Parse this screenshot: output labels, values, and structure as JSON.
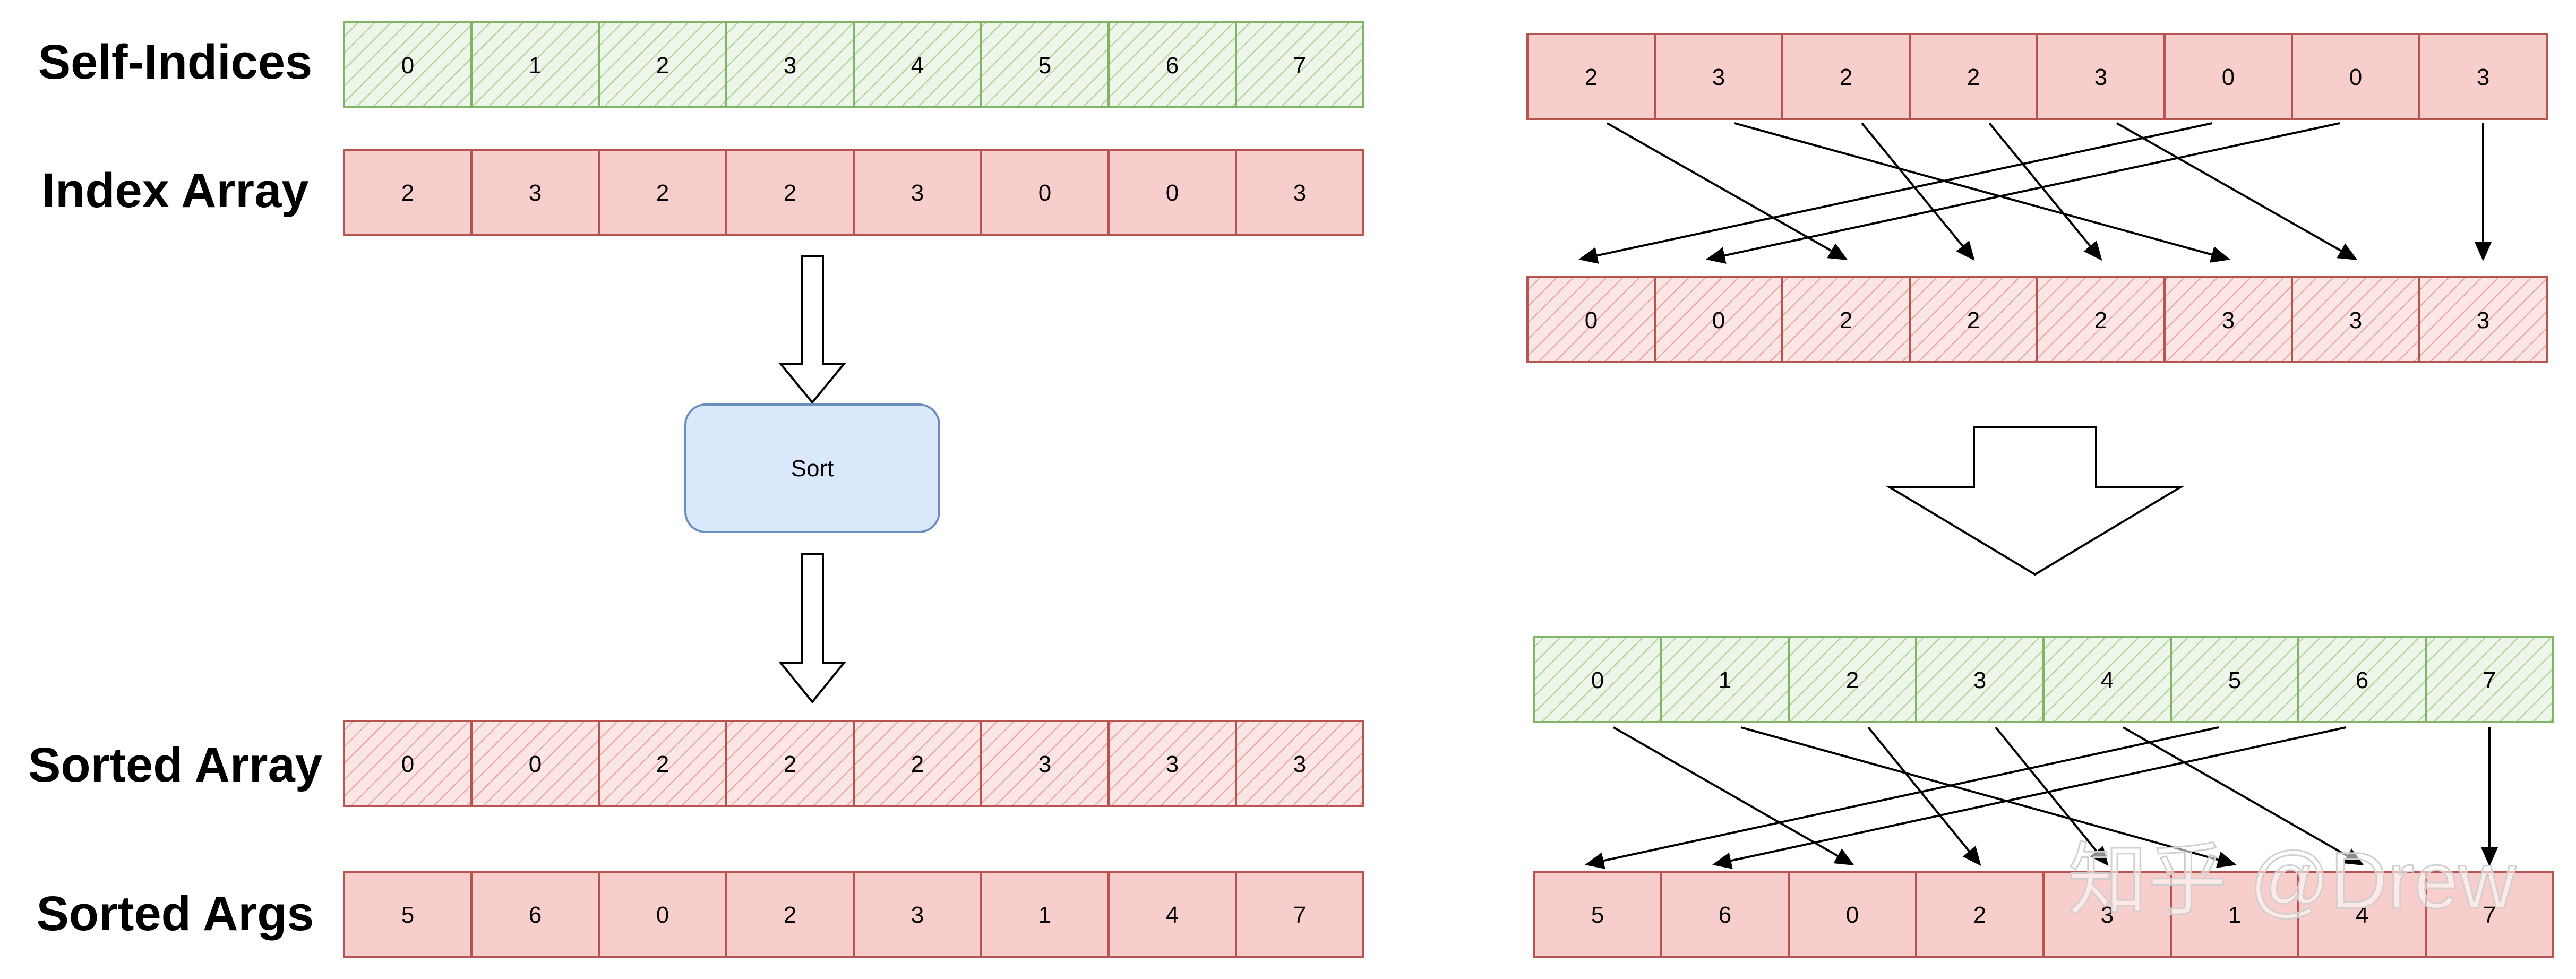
{
  "left": {
    "labels": {
      "self_indices": "Self-Indices",
      "index_array": "Index Array",
      "sorted_array": "Sorted Array",
      "sorted_args": "Sorted Args"
    },
    "self_indices": [
      "0",
      "1",
      "2",
      "3",
      "4",
      "5",
      "6",
      "7"
    ],
    "index_array": [
      "2",
      "3",
      "2",
      "2",
      "3",
      "0",
      "0",
      "3"
    ],
    "sorted_array": [
      "0",
      "0",
      "2",
      "2",
      "2",
      "3",
      "3",
      "3"
    ],
    "sorted_args": [
      "5",
      "6",
      "0",
      "2",
      "3",
      "1",
      "4",
      "7"
    ],
    "sort_label": "Sort"
  },
  "right": {
    "top_array": [
      "2",
      "3",
      "2",
      "2",
      "3",
      "0",
      "0",
      "3"
    ],
    "sorted_array": [
      "0",
      "0",
      "2",
      "2",
      "2",
      "3",
      "3",
      "3"
    ],
    "green_array": [
      "0",
      "1",
      "2",
      "3",
      "4",
      "5",
      "6",
      "7"
    ],
    "result_array": [
      "5",
      "6",
      "0",
      "2",
      "3",
      "1",
      "4",
      "7"
    ]
  },
  "mapping": [
    5,
    6,
    0,
    2,
    3,
    1,
    4,
    7
  ],
  "watermark": "知乎 @Drew",
  "colors": {
    "red_fill": "#f8cecc",
    "red_stroke": "#b85450",
    "green_fill": "#d5e8d4",
    "green_stroke": "#82b366",
    "blue_fill": "#dae8fc",
    "blue_stroke": "#6c8ebf",
    "hatch_red": "#e8a09c",
    "hatch_green": "#a9d08e"
  }
}
